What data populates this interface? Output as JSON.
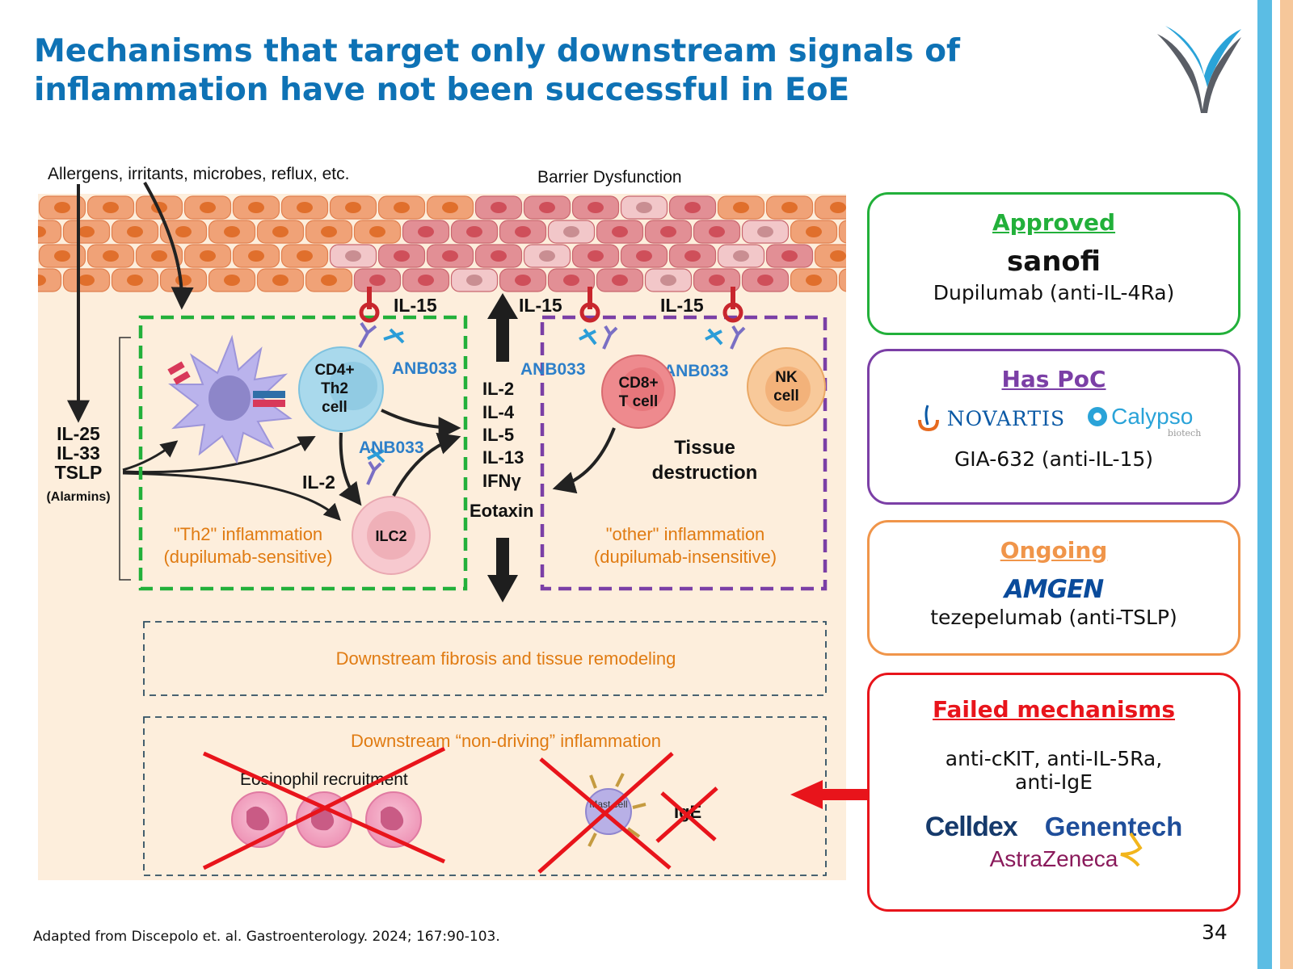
{
  "slide": {
    "title": "Mechanisms that target only downstream signals of inflammation have not been successful in EoE",
    "footnote": "Adapted from Discepolo et. al. Gastroenterology. 2024; 167:90-103.",
    "page_number": "34"
  },
  "diagram": {
    "allergens_label": "Allergens, irritants, microbes, reflux, etc.",
    "barrier_label": "Barrier Dysfunction",
    "alarmins": [
      "IL-25",
      "IL-33",
      "TSLP"
    ],
    "alarmins_caption": "(Alarmins)",
    "il15_label": "IL-15",
    "anb033_label": "ANB033",
    "cd4_cell": [
      "CD4+",
      "Th2",
      "cell"
    ],
    "ilc2_cell": "ILC2",
    "cd8_cell": [
      "CD8+",
      "T cell"
    ],
    "nk_cell": [
      "NK",
      "cell"
    ],
    "il2_label": "IL-2",
    "cytokines": [
      "IL-2",
      "IL-4",
      "IL-5",
      "IL-13",
      "IFNγ",
      "Eotaxin"
    ],
    "tissue_destruction": [
      "Tissue",
      "destruction"
    ],
    "th2_inflammation": [
      "\"Th2\" inflammation",
      "(dupilumab-sensitive)"
    ],
    "other_inflammation": [
      "\"other\" inflammation",
      "(dupilumab-insensitive)"
    ],
    "fibrosis_label": "Downstream fibrosis and tissue remodeling",
    "non_driving_label": "Downstream “non-driving” inflammation",
    "eosinophil_label": "Eosinophil recruitment",
    "mast_cell_label": "Mast cell",
    "ige_label": "IgE"
  },
  "cards": {
    "approved": {
      "heading": "Approved",
      "company": "sanofi",
      "drug": "Dupilumab (anti-IL-4Ra)"
    },
    "poc": {
      "heading": "Has PoC",
      "company1": "NOVARTIS",
      "company2": "Calypso",
      "company2_sub": "biotech",
      "drug": "GIA-632 (anti-IL-15)"
    },
    "ongoing": {
      "heading": "Ongoing",
      "company": "AMGEN",
      "drug": "tezepelumab (anti-TSLP)"
    },
    "failed": {
      "heading": "Failed mechanisms",
      "drugs": [
        "anti-cKIT, anti-IL-5Ra,",
        "anti-IgE"
      ],
      "company1": "Celldex",
      "company2": "Genentech",
      "company3": "AstraZeneca"
    }
  },
  "colors": {
    "title_blue": "#0e72b5",
    "approved_green": "#22b03a",
    "poc_purple": "#7b3fa6",
    "ongoing_orange": "#f0954a",
    "failed_red": "#e8141b",
    "anb033_blue": "#2d7fc9",
    "inflammation_orange": "#e07b12",
    "tissue_bg": "#fdeedc"
  }
}
